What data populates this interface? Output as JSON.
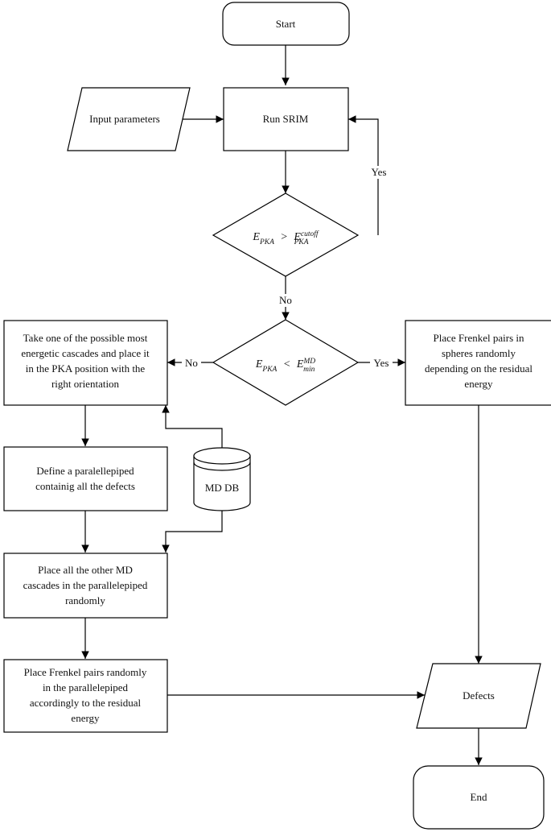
{
  "nodes": {
    "start": "Start",
    "input": "Input parameters",
    "srim": "Run SRIM",
    "decision1": {
      "lhs": "E",
      "lhs_sub": "PKA",
      "op": ">",
      "rhs": "E",
      "rhs_sup": "cutoff",
      "rhs_sub": "PKA"
    },
    "decision2": {
      "lhs": "E",
      "lhs_sub": "PKA",
      "op": "<",
      "rhs": "E",
      "rhs_sup": "MD",
      "rhs_sub": "min"
    },
    "take_cascade": [
      "Take one of the possible most",
      "energetic cascades and place it",
      "in the PKA position with the",
      "right orientation"
    ],
    "place_frenkel_spheres": [
      "Place Frenkel pairs in",
      "spheres randomly",
      "depending on the residual",
      "energy"
    ],
    "define_parallelepiped": [
      "Define a paralellepiped",
      "containig all the defects"
    ],
    "md_db": "MD DB",
    "place_md_cascades": [
      "Place all the other MD",
      "cascades in the parallelepiped",
      "randomly"
    ],
    "place_frenkel_random": [
      "Place Frenkel pairs randomly",
      "in the parallelepiped",
      "accordingly to the residual",
      "energy"
    ],
    "defects": "Defects",
    "end": "End"
  },
  "edges": {
    "loop_yes": "Yes",
    "d1_no": "No",
    "d2_no": "No",
    "d2_yes": "Yes"
  }
}
